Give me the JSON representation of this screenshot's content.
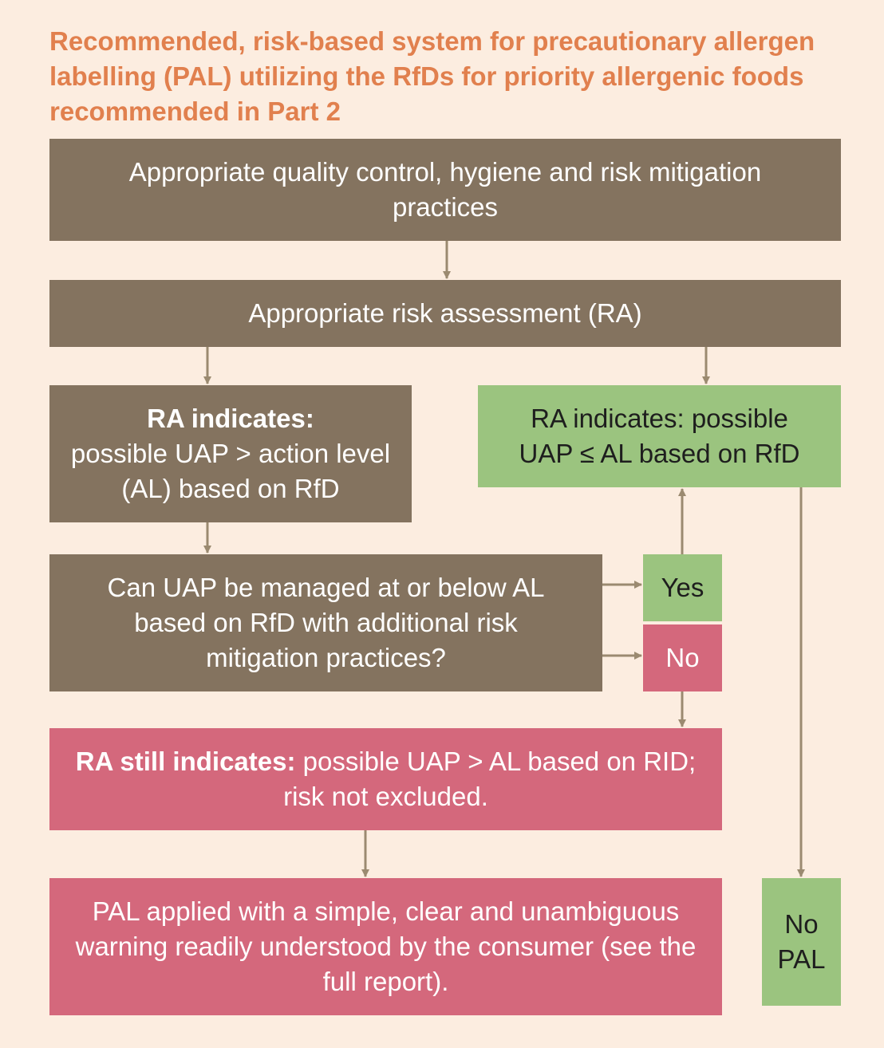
{
  "title": "Recommended, risk-based system for precautionary allergen labelling (PAL) utilizing the RfDs for priority allergenic foods recommended in Part 2",
  "boxes": {
    "quality_control": "Appropriate quality control, hygiene and risk mitigation practices",
    "risk_assessment": "Appropriate risk assessment (RA)",
    "ra_above": {
      "bold": "RA indicates:",
      "text": "possible UAP > action level (AL) based on RfD"
    },
    "ra_below": "RA indicates: possible UAP ≤ AL based on RfD",
    "question": "Can UAP be managed at or below AL based on RfD with additional risk mitigation practices?",
    "yes": "Yes",
    "no": "No",
    "ra_still": {
      "bold": "RA still indicates:",
      "text": " possible UAP > AL based on RID; risk not excluded."
    },
    "pal_applied": "PAL applied with a simple, clear and unambiguous warning readily understood by the consumer (see the full report).",
    "no_pal": "No PAL"
  },
  "colors": {
    "background": "#fcede0",
    "title": "#e1804e",
    "brown": "#84735f",
    "green": "#9bc47f",
    "pink": "#d4687c",
    "arrow": "#9b8a70"
  }
}
